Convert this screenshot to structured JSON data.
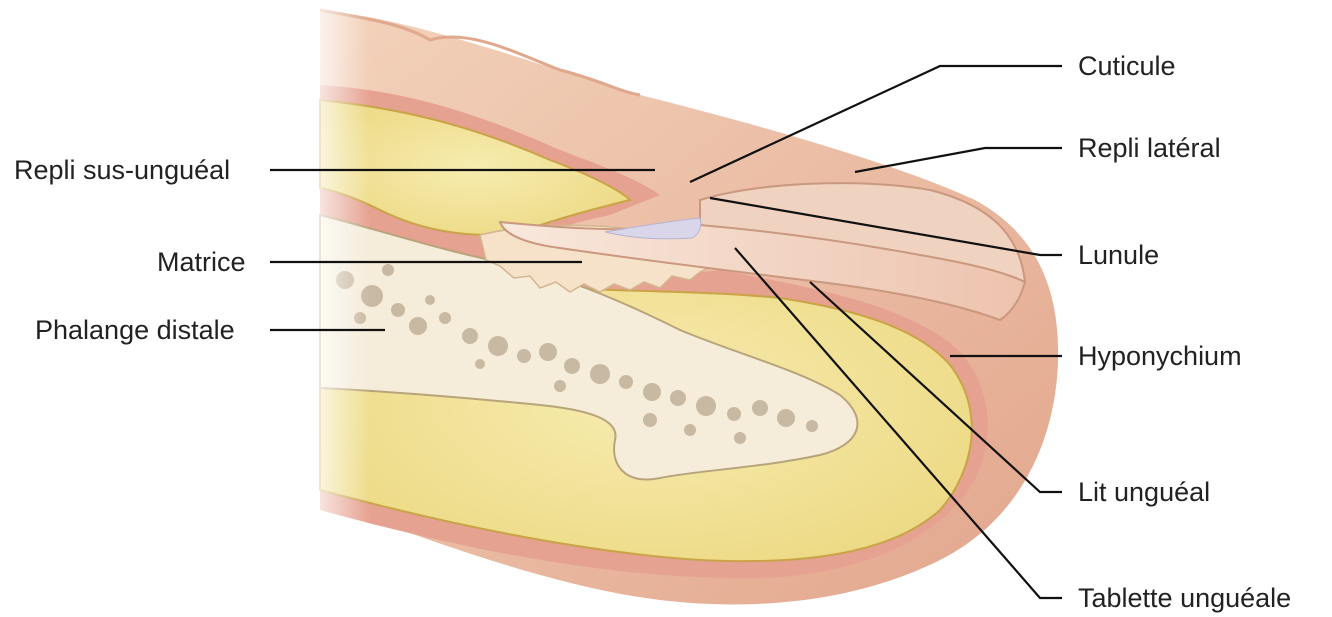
{
  "diagram": {
    "labels_left": [
      {
        "id": "repli-sus-ungueal",
        "text": "Repli sus-unguéal"
      },
      {
        "id": "matrice",
        "text": "Matrice"
      },
      {
        "id": "phalange-distale",
        "text": "Phalange distale"
      }
    ],
    "labels_right": [
      {
        "id": "cuticule",
        "text": "Cuticule"
      },
      {
        "id": "repli-lateral",
        "text": "Repli latéral"
      },
      {
        "id": "lunule",
        "text": "Lunule"
      },
      {
        "id": "hyponychium",
        "text": "Hyponychium"
      },
      {
        "id": "lit-ungueal",
        "text": "Lit unguéal"
      },
      {
        "id": "tablette-ungueale",
        "text": "Tablette unguéale"
      }
    ]
  },
  "colors": {
    "skin": "#ecc3a6",
    "skin_dark": "#d99a86",
    "dermis": "#e49c8a",
    "fat": "#f0e49a",
    "fat_line": "#e7d57a",
    "bone": "#f5ecd9",
    "bone_pore": "#c8b9a2",
    "nail": "#f6e0d2",
    "lunule": "#d9d6ea",
    "line": "#111111",
    "text": "#222222"
  }
}
